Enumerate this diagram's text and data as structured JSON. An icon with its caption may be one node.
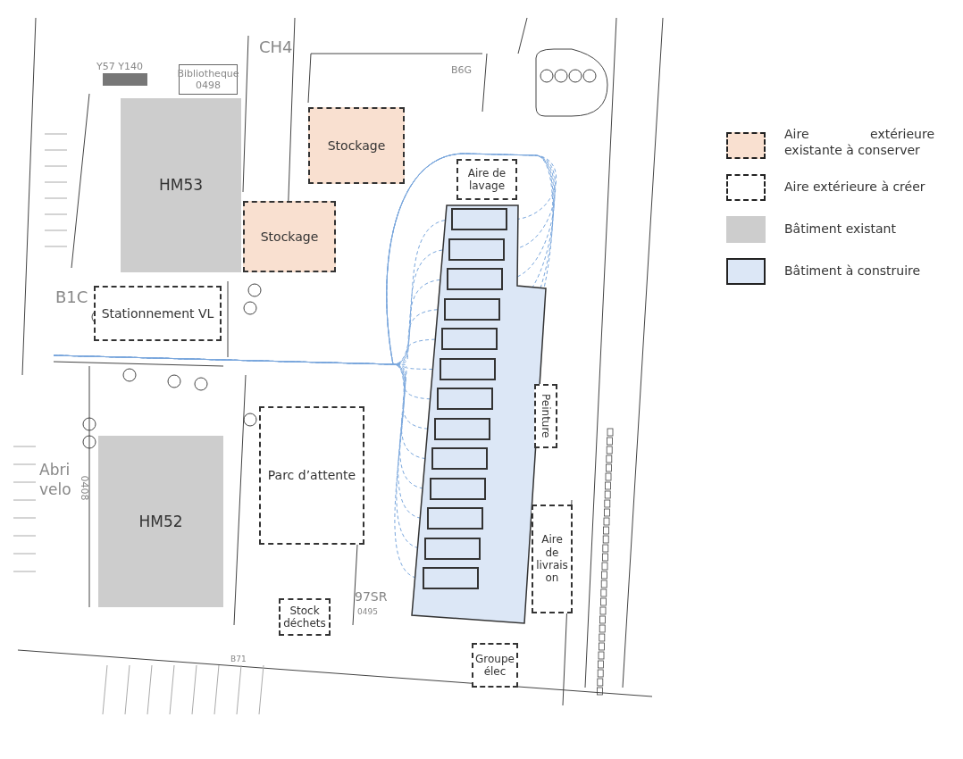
{
  "diagram": {
    "nodes": [
      {
        "text": [
          "Bibliotheque 0498"
        ]
      },
      {
        "text": [
          "HM53"
        ]
      },
      {
        "text": [
          "Stockage"
        ]
      },
      {
        "text": [
          "Stockage"
        ]
      },
      {
        "text": [
          "Aire de lavage"
        ]
      },
      {
        "text": [],
        "shape": "box"
      },
      {
        "text": [],
        "shape": "box",
        "in": 5
      },
      {
        "text": [],
        "shape": "box",
        "in": 5
      },
      {
        "text": [],
        "shape": "box",
        "in": 5
      },
      {
        "text": [],
        "shape": "box",
        "in": 5
      },
      {
        "text": [],
        "shape": "box",
        "in": 5
      },
      {
        "text": [],
        "shape": "box",
        "in": 5
      },
      {
        "text": [],
        "shape": "box",
        "in": 5
      },
      {
        "text": [],
        "shape": "box",
        "in": 5
      },
      {
        "text": [],
        "shape": "box",
        "in": 5
      },
      {
        "text": [],
        "shape": "box",
        "in": 5
      },
      {
        "text": [],
        "shape": "box",
        "in": 5
      },
      {
        "text": [],
        "shape": "box",
        "in": 5
      },
      {
        "text": [],
        "shape": "box",
        "in": 5
      },
      {
        "text": [
          "Stationnement VL"
        ]
      },
      {
        "text": [
          "Parc d’attente"
        ]
      },
      {
        "text": [
          "HM52"
        ]
      },
      {
        "text": [
          "Peinture"
        ]
      },
      {
        "text": [
          "Aire de livraison"
        ]
      },
      {
        "text": [
          "Stock déchets"
        ]
      },
      {
        "text": [
          "Groupe élec"
        ]
      }
    ],
    "labels": [
      "CH4",
      "Y57 Y140",
      "B6G",
      "B1C",
      "Abri velo",
      "0408",
      "97SR",
      "0495",
      "B71"
    ],
    "legend": [
      {
        "text": "Aire extérieure existante à conserver",
        "color": "#f9e0d0"
      },
      {
        "text": "Aire extérieure à créer"
      },
      {
        "text": "Bâtiment existant",
        "color": "#cdcdcd"
      },
      {
        "text": "Bâtiment à construire",
        "color": "#dce7f6"
      }
    ]
  }
}
